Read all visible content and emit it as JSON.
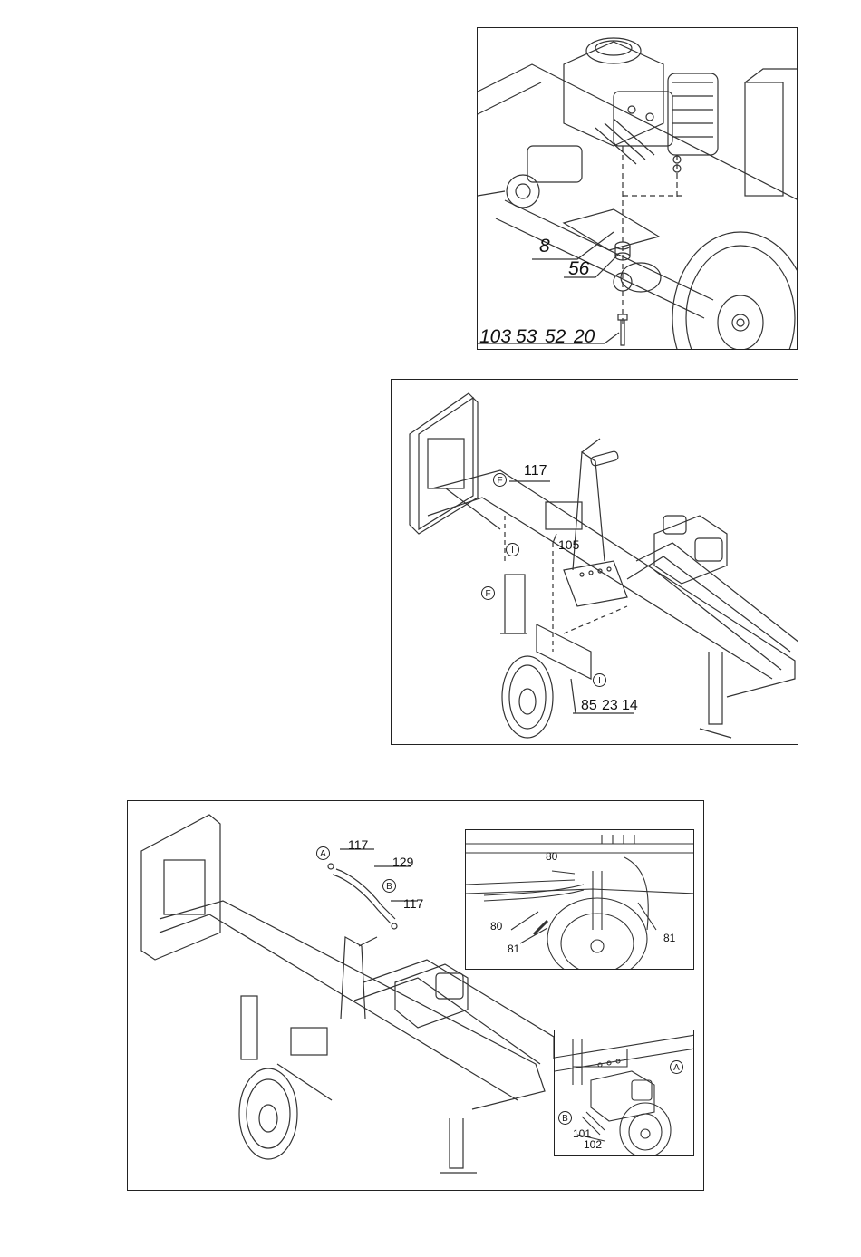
{
  "figures": {
    "engine_mount": {
      "callouts": {
        "c8": "8",
        "c56": "56",
        "c103": "103",
        "c53": "53",
        "c52": "52",
        "c20": "20"
      }
    },
    "beam_assembly": {
      "callouts": {
        "c117": "117",
        "c105": "105",
        "c85": "85",
        "c23": "23",
        "c14": "14"
      },
      "markers": {
        "f_top": "F",
        "f_bottom": "F",
        "i_mid": "I",
        "i_bottom": "I"
      }
    },
    "hose_connection": {
      "callouts": {
        "c117a": "117",
        "c129": "129",
        "c117b": "117"
      },
      "markers": {
        "a": "A",
        "b": "B"
      },
      "inset_top": {
        "c80a": "80",
        "c80b": "80",
        "c81a": "81",
        "c81b": "81"
      },
      "inset_bottom": {
        "marker_a": "A",
        "marker_b": "B",
        "c101": "101",
        "c102": "102"
      }
    }
  }
}
